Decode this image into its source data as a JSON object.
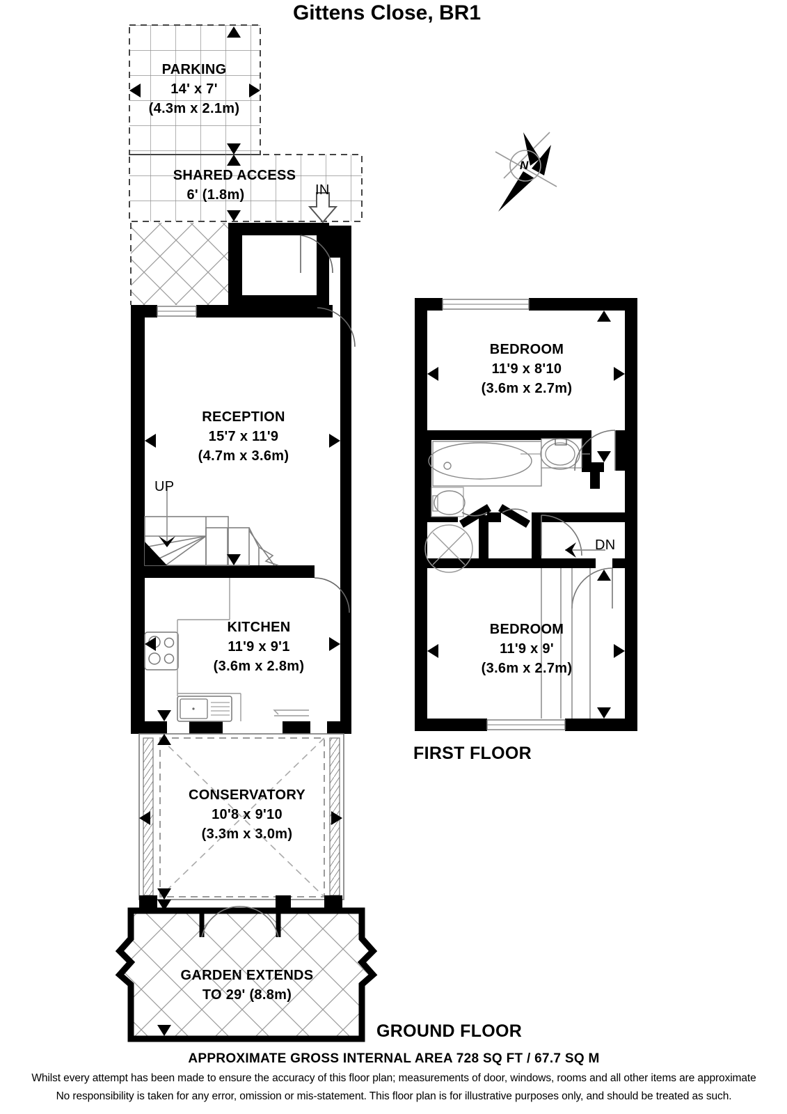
{
  "title": "Gittens Close, BR1",
  "compass": {
    "label": "N",
    "name": "compass-rose"
  },
  "ground_floor": {
    "label": "GROUND FLOOR",
    "rooms": [
      {
        "name": "PARKING",
        "imperial": "14' x 7'",
        "metric": "(4.3m x 2.1m)"
      },
      {
        "name": "SHARED ACCESS",
        "imperial": "6' (1.8m)",
        "metric": ""
      },
      {
        "name": "RECEPTION",
        "imperial": "15'7 x 11'9",
        "metric": "(4.7m x 3.6m)"
      },
      {
        "name": "KITCHEN",
        "imperial": "11'9 x 9'1",
        "metric": "(3.6m x 2.8m)"
      },
      {
        "name": "CONSERVATORY",
        "imperial": "10'8 x 9'10",
        "metric": "(3.3m x 3.0m)"
      }
    ],
    "annotations": {
      "entrance": "IN",
      "stairs_up": "UP",
      "garden_line1": "GARDEN EXTENDS",
      "garden_line2": "TO 29' (8.8m)"
    }
  },
  "first_floor": {
    "label": "FIRST FLOOR",
    "rooms": [
      {
        "name": "BEDROOM",
        "imperial": "11'9 x 8'10",
        "metric": "(3.6m x 2.7m)"
      },
      {
        "name": "BEDROOM",
        "imperial": "11'9 x 9'",
        "metric": "(3.6m x 2.7m)"
      }
    ],
    "annotations": {
      "stairs_down": "DN"
    }
  },
  "footer": {
    "area": "APPROXIMATE GROSS INTERNAL AREA 728 SQ FT / 67.7 SQ M",
    "disclaimer_line1": "Whilst every attempt has been made to ensure the accuracy of this floor plan; measurements of door, windows, rooms and all other items are approximate",
    "disclaimer_line2": "No responsibility is taken for any error, omission or mis-statement. This floor plan is for illustrative purposes only, and should be treated as such."
  },
  "colors": {
    "wall": "#000000",
    "paper": "#ffffff",
    "thin_line": "#6e6e6e",
    "hatch": "#8c8c8c",
    "dashed": "#555555"
  }
}
